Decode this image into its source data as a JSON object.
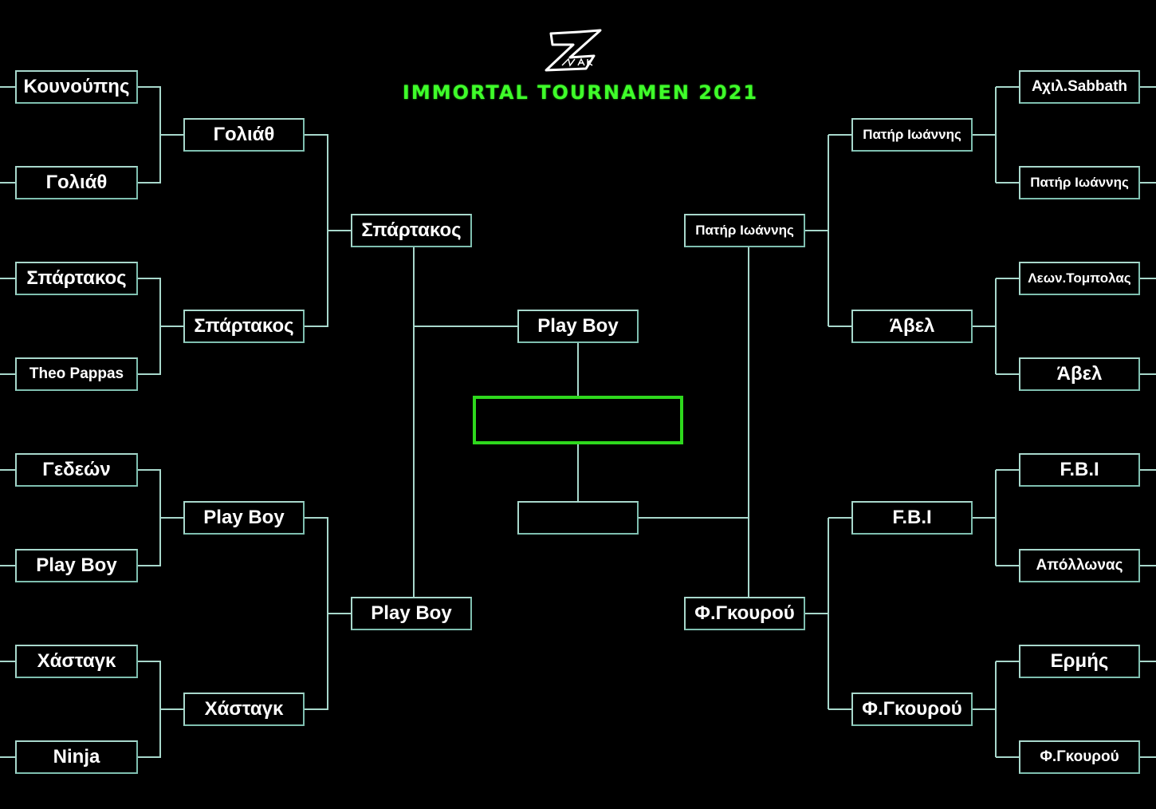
{
  "header": {
    "logo_text": "ZMAK",
    "title": "IMMORTAL TOURNAMEN 2021"
  },
  "colors": {
    "line": "#a8d8cc",
    "title": "#3fff2a",
    "winner_border": "#2ed81d",
    "background": "#000000"
  },
  "left": {
    "round1": [
      "Κουνούπης",
      "Γολιάθ",
      "Σπάρτακος",
      "Theo Pappas",
      "Γεδεών",
      "Play Boy",
      "Χάσταγκ",
      "Ninja"
    ],
    "round2": [
      "Γολιάθ",
      "Σπάρτακος",
      "Play Boy",
      "Χάσταγκ"
    ],
    "semi": [
      "Σπάρτακος",
      "Play Boy"
    ]
  },
  "right": {
    "round1": [
      "Αχιλ.Sabbath",
      "Πατήρ Ιωάννης",
      "Λεων.Τομπολας",
      "Άβελ",
      "F.B.I",
      "Απόλλωνας",
      "Ερμής",
      "Φ.Γκουρού"
    ],
    "round2": [
      "Πατήρ Ιωάννης",
      "Άβελ",
      "F.B.I",
      "Φ.Γκουρού"
    ],
    "semi": [
      "Πατήρ Ιωάννης",
      "Φ.Γκουρού"
    ]
  },
  "final": {
    "top": "Play Boy",
    "bottom": "",
    "winner": ""
  }
}
